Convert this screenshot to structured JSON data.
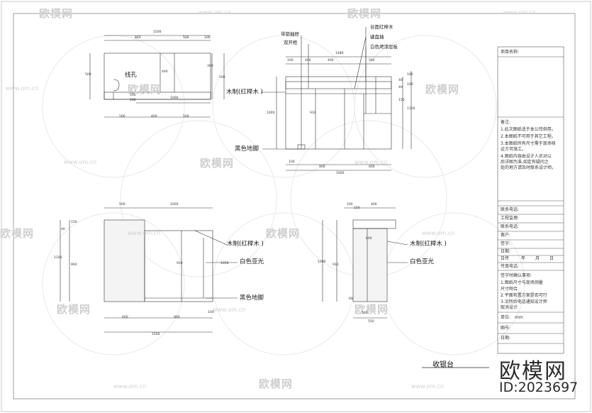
{
  "watermarks": {
    "brand": "欧模网",
    "url": "www.om.cn",
    "positions_count_note": ""
  },
  "top_view": {
    "dims_top": [
      "1500",
      "840",
      "500",
      "100"
    ],
    "dims_left": "500",
    "dims_right": [
      "300",
      "500"
    ],
    "dims_inner": [
      "1000",
      "490",
      "100",
      "100"
    ],
    "dims_bottom": [
      "500",
      "400",
      "500"
    ],
    "label_hole": "线孔"
  },
  "front_view": {
    "callouts_top": [
      "带锁抽屉",
      "双开柜"
    ],
    "callouts_right": [
      "台面红榉木",
      "键盘抽",
      "白色烤漆层板"
    ],
    "label_wood": "木制(红榉木 )",
    "label_base": "黑色地脚",
    "dims_top": [
      "1480",
      "100",
      "400",
      "400",
      "580"
    ],
    "dims_right": [
      "40",
      "40",
      "100",
      "100",
      "150",
      "1100"
    ],
    "dims_left": [
      "1000"
    ],
    "dims_mid": [
      "910"
    ],
    "dims_bottom": [
      "100",
      "900",
      "600",
      "1600"
    ]
  },
  "side_view_left": {
    "dims_top": [
      "500",
      "1000"
    ],
    "dims_left": [
      "40",
      "150",
      "1100",
      "960"
    ],
    "dims_mid": [
      "910",
      "1050"
    ],
    "dims_bottom": [
      "600",
      "900",
      "100",
      "1500"
    ],
    "label_wood": "木制(红榉木 )",
    "label_acrylic": "白色亚光",
    "label_base": "黑色地脚"
  },
  "side_view_right": {
    "dims_top": [
      "100",
      "150",
      "400"
    ],
    "dims_left": [
      "1000",
      "910",
      "60"
    ],
    "dims_mid": [
      "600"
    ],
    "dims_bottom": [
      "100",
      "550"
    ],
    "label_wood": "木制(红榉木 )",
    "label_acrylic": "白色亚光"
  },
  "drawing_title": "收银台",
  "title_block": {
    "project_name": "项目名称:",
    "notes_title": "备注:",
    "notes": [
      "1.此次图纸适于本公司供用。",
      "2.本图纸不可用于其它工程。",
      "3.本图纸所有尺寸需于现场核",
      "  证方可施工。",
      "4.图纸内容由设计人员对以",
      "  后详图为准,如定有疑问之",
      "  处的地方请及时联系设计师。"
    ],
    "fields": [
      "联系电话:",
      "工程监理:",
      "联系电话:",
      "客户:",
      "签字:",
      "日期:"
    ],
    "date_row": [
      "日传",
      "年",
      "月",
      "日"
    ],
    "fax_label": "传真电话:",
    "confirm_title": "签字时确认事项:",
    "confirm_items": [
      "1.图纸尺寸与现场测量",
      "  尺寸吻合",
      "2.平面布置方案是否可行",
      "3.沿所后电话通知设计师",
      "  取消设计"
    ],
    "unit_label": "单位:",
    "unit_value": "mm",
    "drawing_no_label": "图号:",
    "date_label": "日期:"
  },
  "brand_big": "欧模网",
  "brand_id": "ID:2023697"
}
